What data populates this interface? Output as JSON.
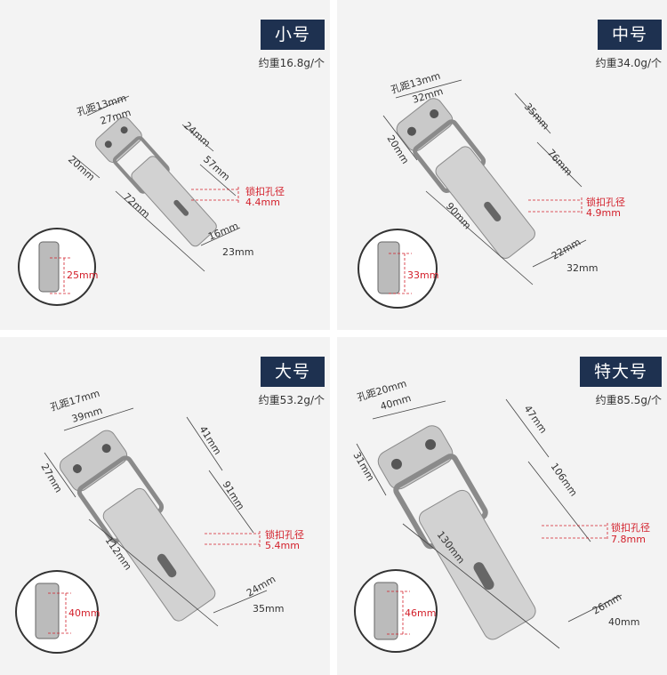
{
  "panels": [
    {
      "size_label": "小号",
      "weight": "约重16.8g/个",
      "hole_spacing": "孔距13mm",
      "top_width": "27mm",
      "dim_a": "24mm",
      "dim_b": "57mm",
      "height_left": "20mm",
      "length": "72mm",
      "lock_label": "锁扣孔径",
      "lock_size": "4.4mm",
      "bottom_a": "16mm",
      "bottom_b": "23mm",
      "inset": "25mm"
    },
    {
      "size_label": "中号",
      "weight": "约重34.0g/个",
      "hole_spacing": "孔距13mm",
      "top_width": "32mm",
      "dim_a": "35mm",
      "dim_b": "76mm",
      "height_left": "20mm",
      "length": "90mm",
      "lock_label": "锁扣孔径",
      "lock_size": "4.9mm",
      "bottom_a": "22mm",
      "bottom_b": "32mm",
      "inset": "33mm"
    },
    {
      "size_label": "大号",
      "weight": "约重53.2g/个",
      "hole_spacing": "孔距17mm",
      "top_width": "39mm",
      "dim_a": "41mm",
      "dim_b": "91mm",
      "height_left": "27mm",
      "length": "112mm",
      "lock_label": "锁扣孔径",
      "lock_size": "5.4mm",
      "bottom_a": "24mm",
      "bottom_b": "35mm",
      "inset": "40mm"
    },
    {
      "size_label": "特大号",
      "weight": "约重85.5g/个",
      "hole_spacing": "孔距20mm",
      "top_width": "40mm",
      "dim_a": "47mm",
      "dim_b": "106mm",
      "height_left": "31mm",
      "length": "130mm",
      "lock_label": "锁扣孔径",
      "lock_size": "7.8mm",
      "bottom_a": "26mm",
      "bottom_b": "40mm",
      "inset": "46mm"
    }
  ],
  "colors": {
    "badge": "#1e3150",
    "accent_red": "#d3202b",
    "panel_bg": "#f3f3f3"
  }
}
